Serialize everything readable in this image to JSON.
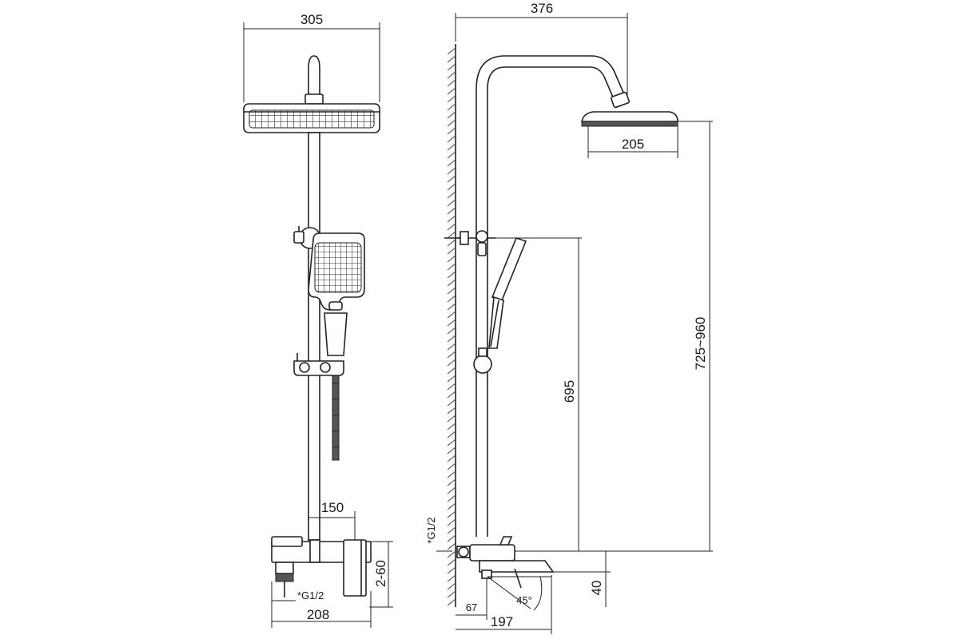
{
  "front_view": {
    "dim_head_width": "305",
    "dim_spout_offset": "150",
    "dim_inlet_spacing": "2-60",
    "dim_connection_label": "*G1/2",
    "dim_mixer_width": "208"
  },
  "side_view": {
    "dim_total_depth": "376",
    "dim_head_depth": "205",
    "dim_hand_shower_height": "695",
    "dim_head_height_range": "725~960",
    "dim_connection_label": "*G1/2",
    "dim_spout_height": "40",
    "dim_angle": "45°",
    "dim_spout_base": "67",
    "dim_spout_reach": "197"
  }
}
